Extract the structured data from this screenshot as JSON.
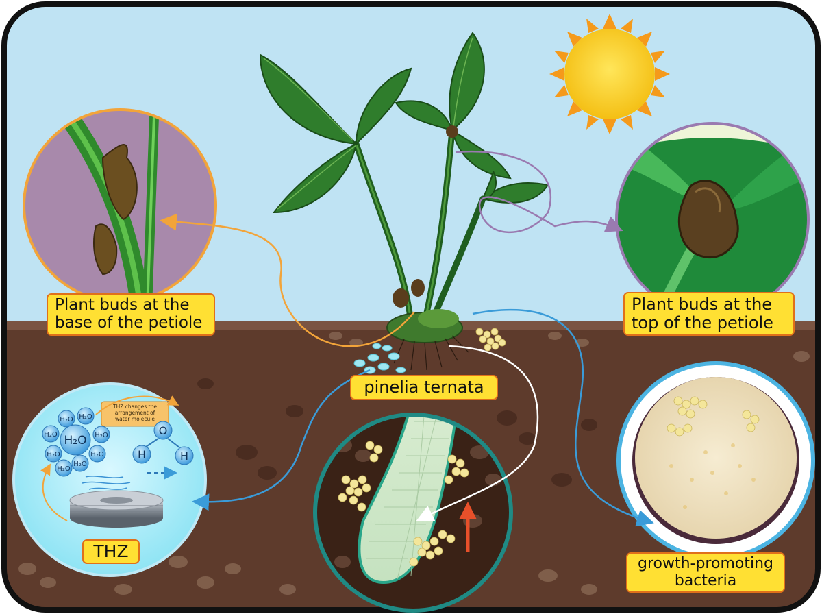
{
  "labels": {
    "buds_base": "Plant buds at the\nbase of the petiole",
    "buds_top": "Plant buds at the\ntop of the petiole",
    "pinelia": "pinelia ternata",
    "thz": "THZ",
    "bacteria": "growth-promoting\nbacteria",
    "thz_note": "THZ changes the\narrangement of\nwater molecule"
  },
  "molecules": {
    "big": "H₂O",
    "small": "H₂O",
    "oxygen": "O",
    "hydrogen": "H"
  },
  "colors": {
    "sky": "#bfe3f3",
    "soil": "#5e3b2c",
    "frame": "#111111",
    "label_bg": "#ffe033",
    "label_border": "#e0701a",
    "sun": "#f7c81d",
    "leaf": "#2f7d2c",
    "orange_arrow": "#f2a43a",
    "purple_arrow": "#9a7ab0",
    "blue_arrow": "#3a9bd8"
  },
  "icons": [
    "sun-icon",
    "plant-illustration",
    "root-cross-section",
    "thz-disc-icon",
    "petri-dish-icon",
    "water-molecule-icon"
  ]
}
